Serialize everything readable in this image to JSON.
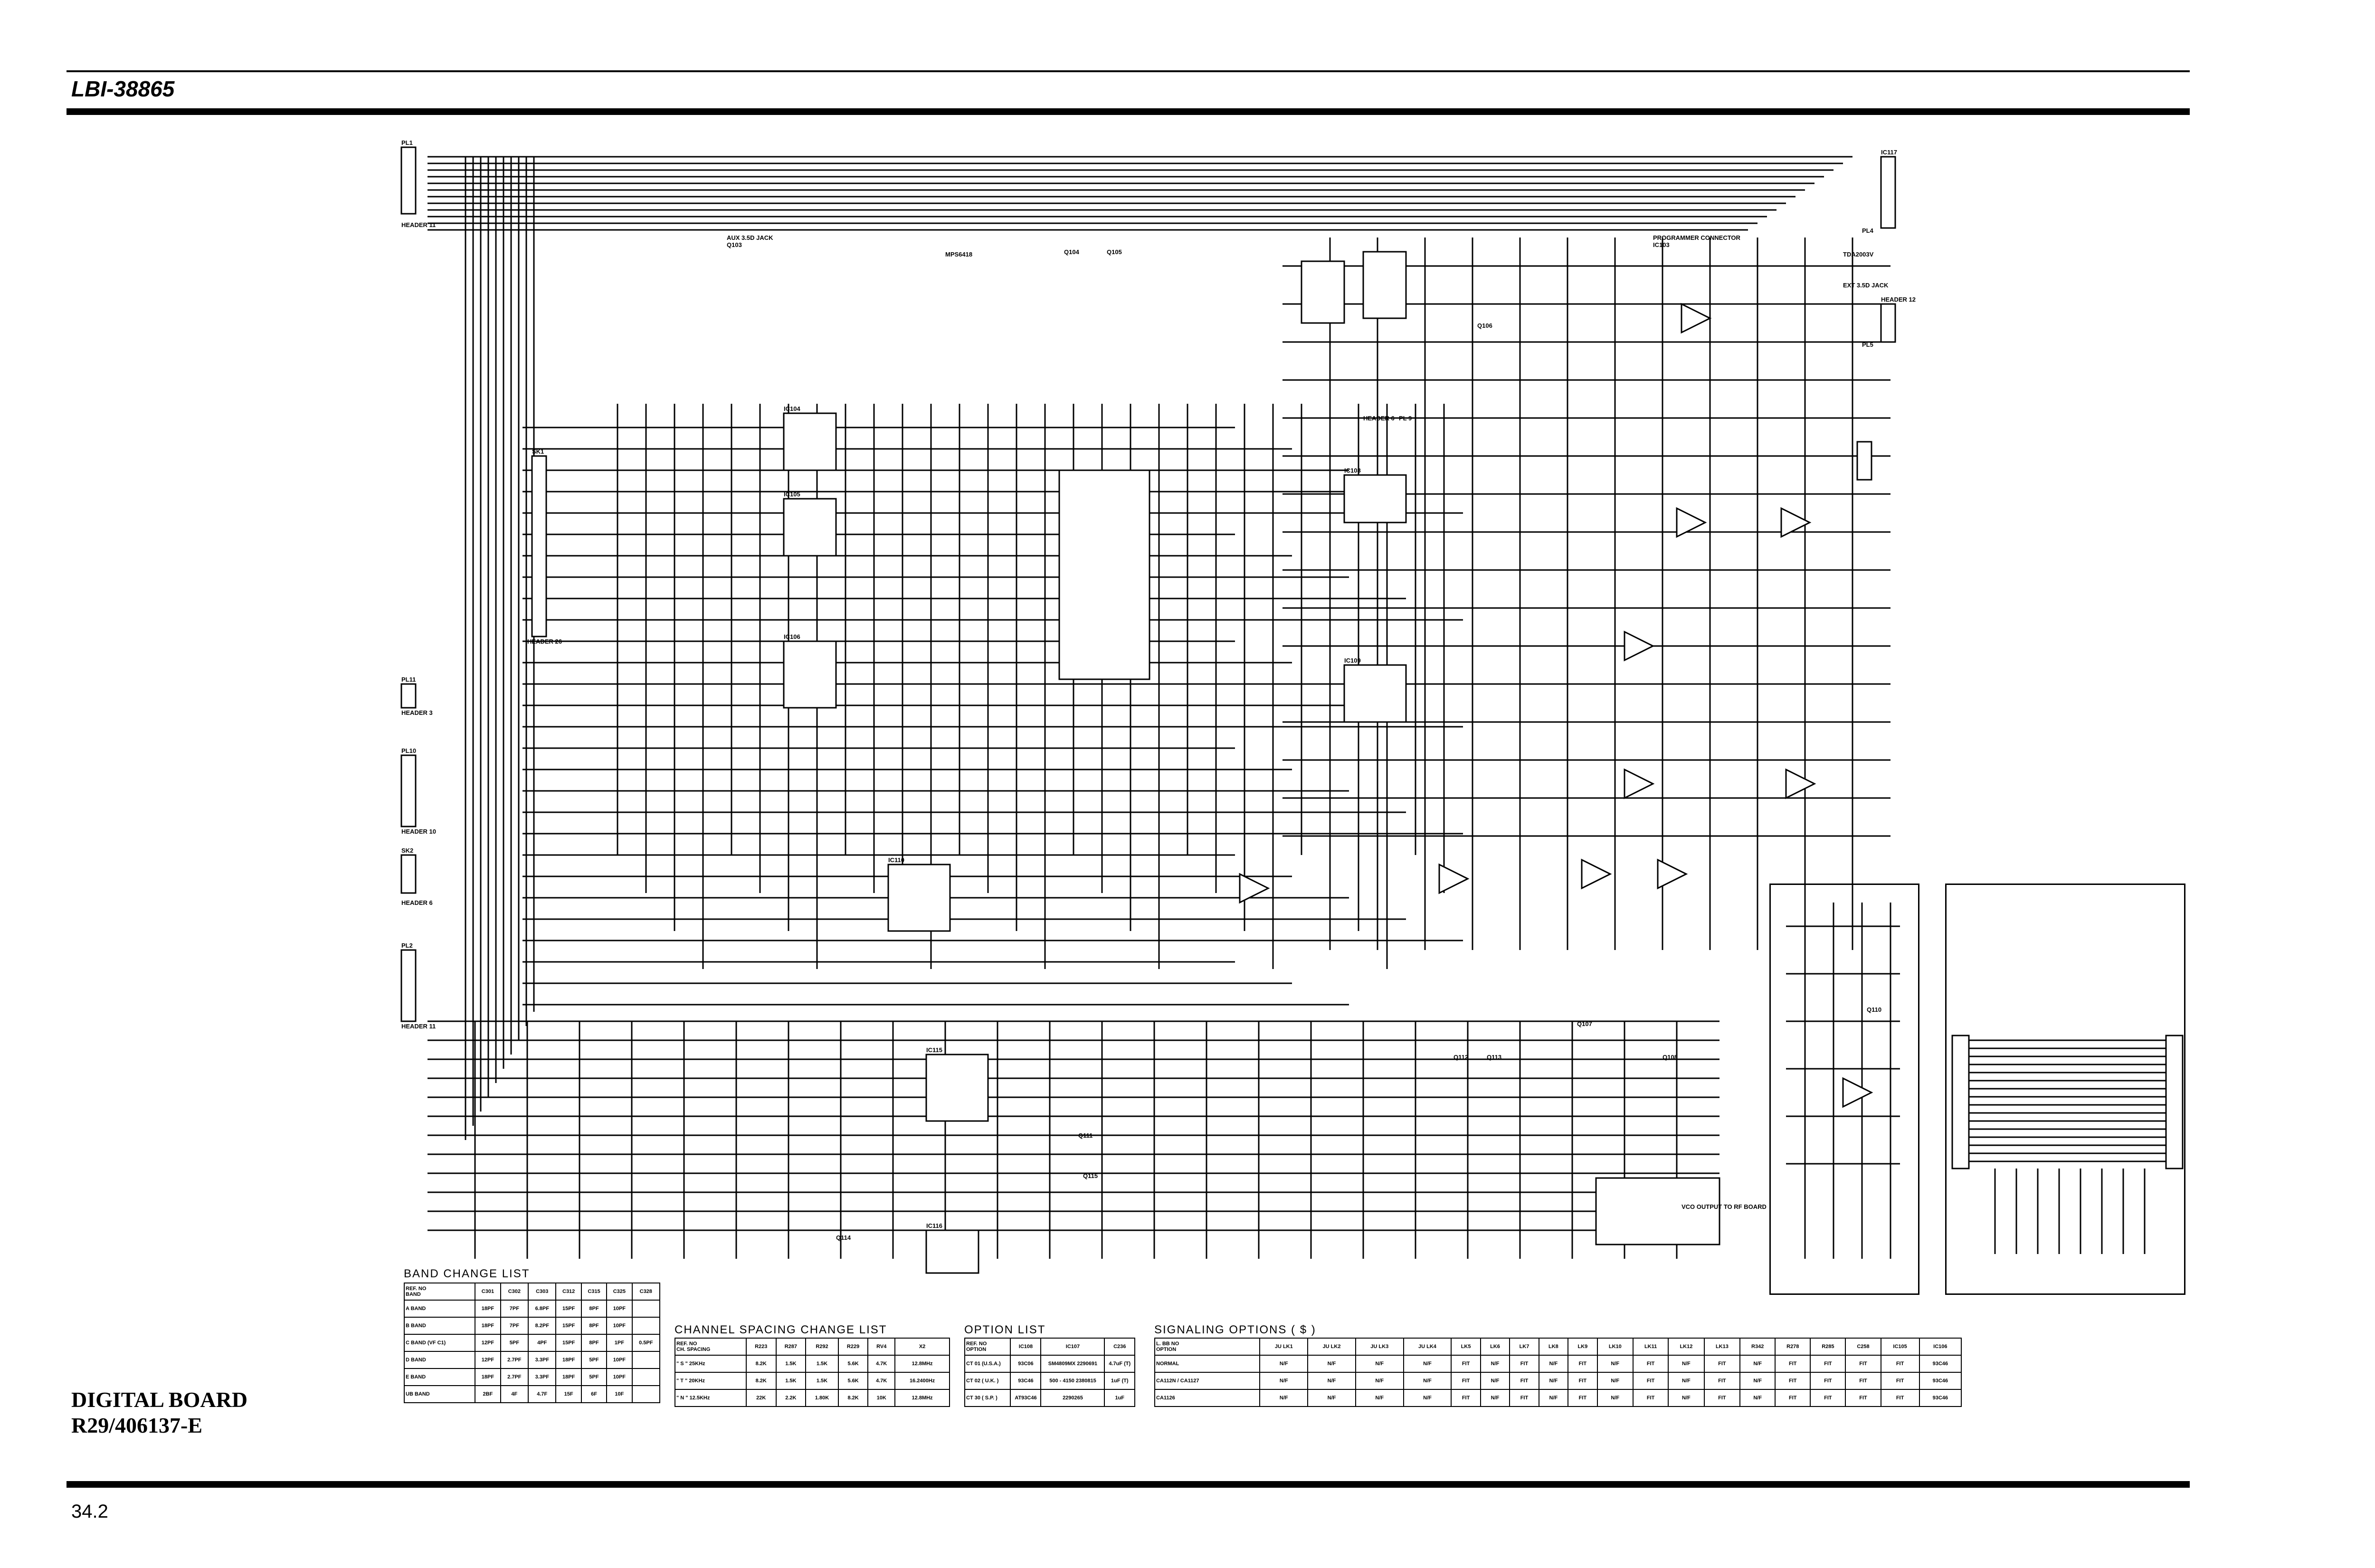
{
  "header": {
    "doc_id": "LBI-38865"
  },
  "footer": {
    "board_title_line1": "DIGITAL BOARD",
    "board_title_line2": "R29/406137-E",
    "page_number": "34.2"
  },
  "schematic_labels": [
    "PL1",
    "HEADER 11",
    "SK1",
    "HEADER 26",
    "PL11",
    "HEADER 3",
    "PL10",
    "HEADER 10",
    "SK2",
    "HEADER 6",
    "PL2",
    "HEADER 11",
    "IC104",
    "IC105",
    "IC106",
    "IC108",
    "IC109",
    "IC110",
    "IC115",
    "IC116",
    "IC117",
    "PL4",
    "HEADER 12",
    "PL5",
    "HEADER 6",
    "PL 9",
    "PROGRAMMER CONNECTOR",
    "IC103",
    "TDA2003V",
    "EXT 3.5D JACK",
    "AUX 3.5D JACK",
    "Q103",
    "MPS6418",
    "Q104",
    "Q105",
    "Q106",
    "Q107",
    "Q108",
    "Q110",
    "Q111",
    "Q112",
    "Q113",
    "Q114",
    "Q115",
    "VCO OUTPUT TO RF BOARD"
  ],
  "band_change": {
    "title": "BAND CHANGE LIST",
    "corner_top": "REF. NO",
    "corner_bottom": "BAND",
    "columns": [
      "C301",
      "C302",
      "C303",
      "C312",
      "C315",
      "C325",
      "C328"
    ],
    "rows": [
      {
        "band": "A BAND",
        "cells": [
          "18PF",
          "7PF",
          "6.8PF",
          "15PF",
          "8PF",
          "10PF",
          ""
        ]
      },
      {
        "band": "B BAND",
        "cells": [
          "18PF",
          "7PF",
          "8.2PF",
          "15PF",
          "8PF",
          "10PF",
          ""
        ]
      },
      {
        "band": "C BAND (VF  C1)",
        "cells": [
          "12PF",
          "5PF",
          "4PF",
          "15PF",
          "8PF",
          "1PF",
          "0.5PF"
        ]
      },
      {
        "band": "D BAND",
        "cells": [
          "12PF",
          "2.7PF",
          "3.3PF",
          "18PF",
          "5PF",
          "10PF",
          ""
        ]
      },
      {
        "band": "E BAND",
        "cells": [
          "18PF",
          "2.7PF",
          "3.3PF",
          "18PF",
          "5PF",
          "10PF",
          ""
        ]
      },
      {
        "band": "UB BAND",
        "cells": [
          "2BF",
          "4F",
          "4.7F",
          "15F",
          "6F",
          "10F",
          ""
        ]
      }
    ]
  },
  "channel_spacing": {
    "title": "CHANNEL SPACING  CHANGE LIST",
    "corner_top": "REF. NO",
    "corner_bottom": "CH. SPACING",
    "columns": [
      "R223",
      "R287",
      "R292",
      "R229",
      "RV4",
      "X2"
    ],
    "rows": [
      {
        "label": "\" S \"  25KHz",
        "cells": [
          "8.2K",
          "1.5K",
          "1.5K",
          "5.6K",
          "4.7K",
          "12.8MHz"
        ]
      },
      {
        "label": "\" T \"  20KHz",
        "cells": [
          "8.2K",
          "1.5K",
          "1.5K",
          "5.6K",
          "4.7K",
          "16.2400Hz"
        ]
      },
      {
        "label": "\" N \"  12.5KHz",
        "cells": [
          "22K",
          "2.2K",
          "1.80K",
          "8.2K",
          "10K",
          "12.8MHz"
        ]
      }
    ]
  },
  "option_list": {
    "title": "OPTION LIST",
    "corner_top": "REF. NO",
    "corner_bottom": "OPTION",
    "columns": [
      "IC108",
      "IC107",
      "C236"
    ],
    "rows": [
      {
        "label": "CT  01  (U.S.A.)",
        "cells": [
          "93C06",
          "SM4809MX 2290691",
          "4.7uF (T)"
        ]
      },
      {
        "label": "CT  02  ( U.K. )",
        "cells": [
          "93C46",
          "500 - 4150 2380815",
          "1uF (T)"
        ]
      },
      {
        "label": "CT  30  ( S.P. )",
        "cells": [
          "AT93C46",
          "2290265",
          "1uF"
        ]
      }
    ]
  },
  "signaling_options": {
    "title": "SIGNALING  OPTIONS  ( $ )",
    "corner_top": "L. BB NO",
    "corner_bottom": "OPTION",
    "columns": [
      "JU LK1",
      "JU LK2",
      "JU LK3",
      "JU LK4",
      "LK5",
      "LK6",
      "LK7",
      "LK8",
      "LK9",
      "LK10",
      "LK11",
      "LK12",
      "LK13",
      "R342",
      "R278",
      "R285",
      "C258",
      "IC105",
      "IC106"
    ],
    "rows": [
      {
        "label": "NORMAL",
        "cells": [
          "N/F",
          "N/F",
          "N/F",
          "N/F",
          "FIT",
          "N/F",
          "FIT",
          "N/F",
          "FIT",
          "N/F",
          "FIT",
          "N/F",
          "FIT",
          "N/F",
          "FIT",
          "FIT",
          "FIT",
          "FIT",
          "93C46"
        ]
      },
      {
        "label": "CA112N / CA1127",
        "cells": [
          "N/F",
          "N/F",
          "N/F",
          "N/F",
          "FIT",
          "N/F",
          "FIT",
          "N/F",
          "FIT",
          "N/F",
          "FIT",
          "N/F",
          "FIT",
          "N/F",
          "FIT",
          "FIT",
          "FIT",
          "FIT",
          "93C46"
        ]
      },
      {
        "label": "CA1126",
        "cells": [
          "N/F",
          "N/F",
          "N/F",
          "N/F",
          "FIT",
          "N/F",
          "FIT",
          "N/F",
          "FIT",
          "N/F",
          "FIT",
          "N/F",
          "FIT",
          "N/F",
          "FIT",
          "FIT",
          "FIT",
          "FIT",
          "93C46"
        ]
      }
    ]
  }
}
